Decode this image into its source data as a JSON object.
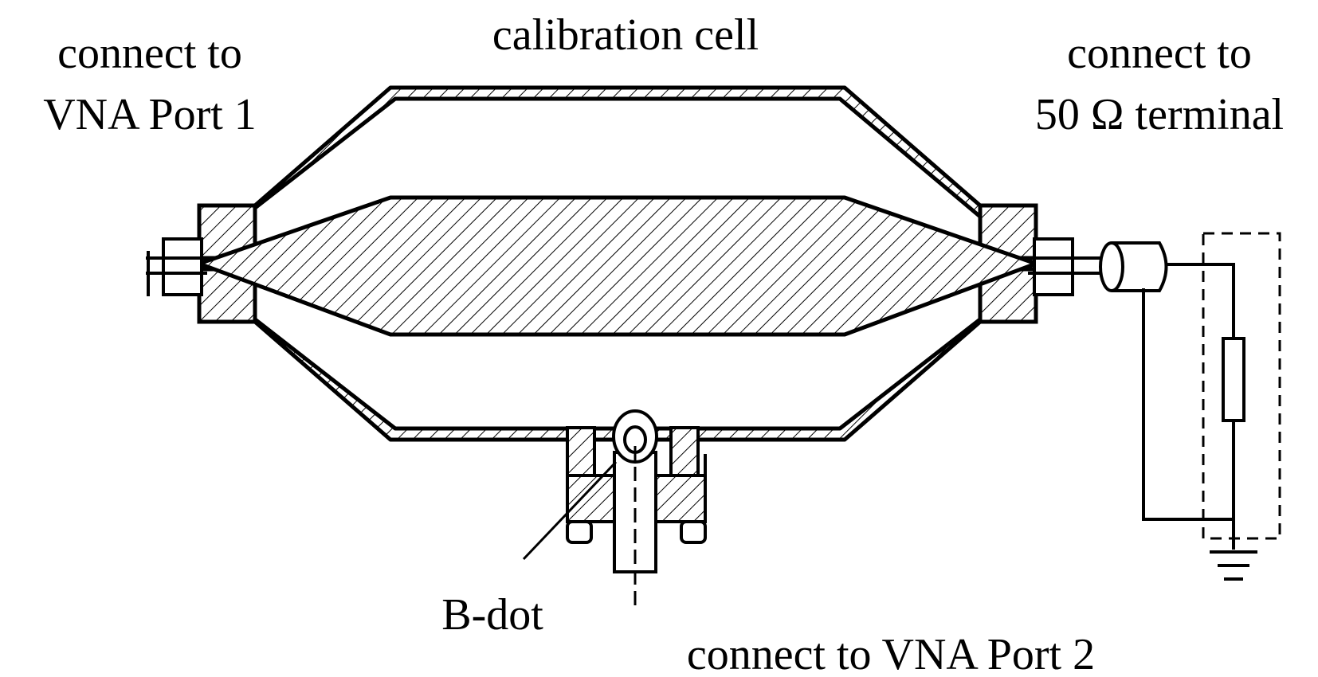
{
  "labels": {
    "top_left": [
      "connect to",
      "VNA Port 1"
    ],
    "top_center": "calibration cell",
    "top_right": [
      "connect to",
      "50 Ω terminal"
    ],
    "probe": "B-dot",
    "bottom": "connect to VNA Port 2"
  },
  "colors": {
    "ink": "#000000",
    "background": "#ffffff"
  }
}
